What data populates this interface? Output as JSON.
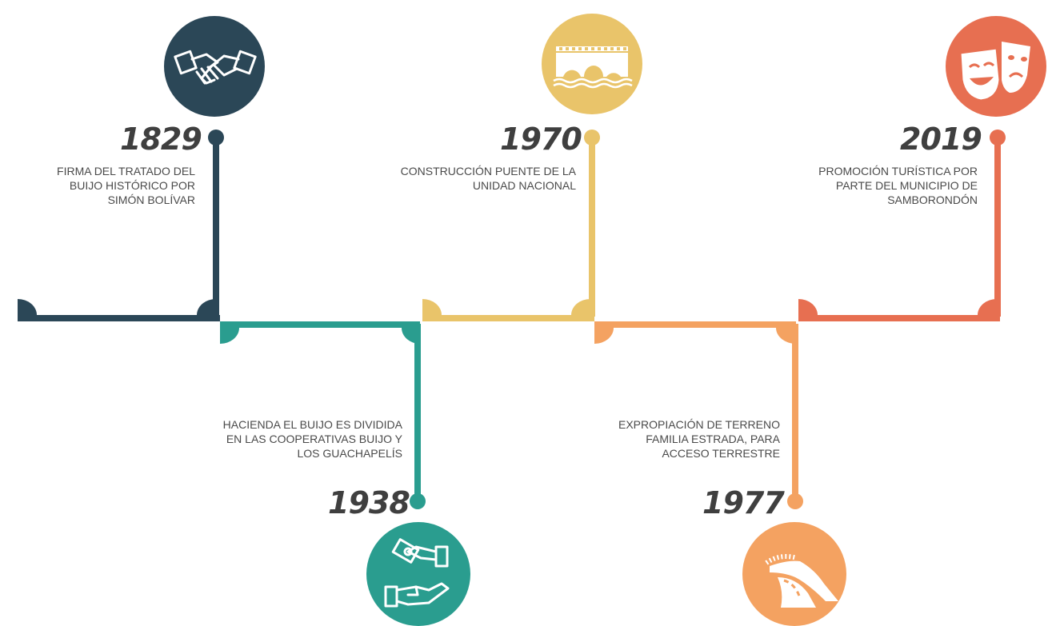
{
  "events": [
    {
      "id": "e1829",
      "year": "1829",
      "color": "#2b4757",
      "icon": "handshake-icon",
      "lines": [
        "FIRMA DEL TRATADO DEL",
        "BUIJO HISTÓRICO POR",
        "SIMÓN BOLÍVAR"
      ]
    },
    {
      "id": "e1938",
      "year": "1938",
      "color": "#2a9d8f",
      "icon": "money-hands-icon",
      "lines": [
        "HACIENDA EL BUIJO ES DIVIDIDA",
        "EN LAS COOPERATIVAS BUIJO Y",
        "LOS GUACHAPELÍS"
      ]
    },
    {
      "id": "e1970",
      "year": "1970",
      "color": "#e9c46a",
      "icon": "bridge-icon",
      "lines": [
        "CONSTRUCCIÓN PUENTE DE LA",
        "UNIDAD NACIONAL"
      ]
    },
    {
      "id": "e1977",
      "year": "1977",
      "color": "#f4a261",
      "icon": "road-icon",
      "lines": [
        "EXPROPIACIÓN DE TERRENO",
        "FAMILIA ESTRADA, PARA",
        "ACCESO TERRESTRE"
      ]
    },
    {
      "id": "e2019",
      "year": "2019",
      "color": "#e76f51",
      "icon": "theater-masks-icon",
      "lines": [
        "PROMOCIÓN TURÍSTICA POR",
        "PARTE DEL MUNICIPIO DE",
        "SAMBORONDÓN"
      ]
    }
  ]
}
